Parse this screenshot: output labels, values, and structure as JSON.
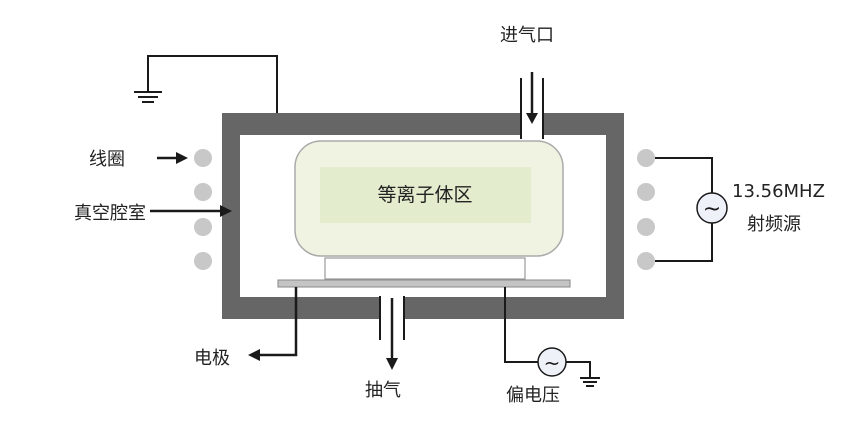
{
  "labels": {
    "gas_inlet": "进气口",
    "coil": "线圈",
    "vacuum_chamber": "真空腔室",
    "plasma_region": "等离子体区",
    "rf_frequency": "13.56MHZ",
    "rf_source": "射频源",
    "electrode": "电极",
    "pump_out": "抽气",
    "bias_voltage": "偏电压"
  },
  "rf_symbol": "~",
  "colors": {
    "chamber_wall": "#666666",
    "plasma_fill": "#f0f3e2",
    "plasma_inner": "#e3eccd",
    "coil": "#c8c8c8",
    "line": "#1a1a1a",
    "source_fill": "#eef2f8"
  }
}
